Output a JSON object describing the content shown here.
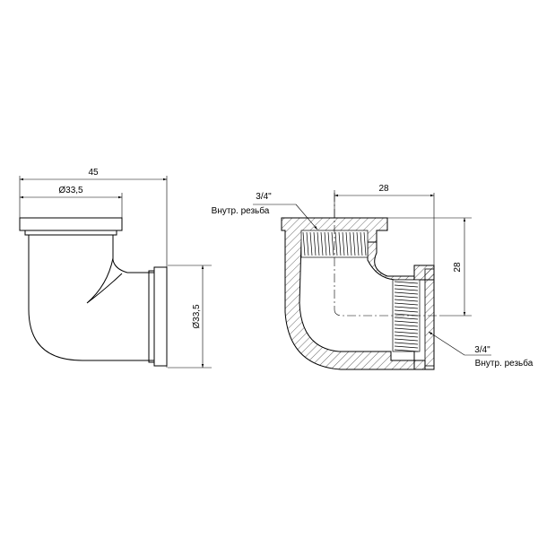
{
  "left_view": {
    "dim_overall_width": "45",
    "dim_top_diameter": "Ø33,5",
    "dim_side_diameter": "Ø33,5"
  },
  "right_view": {
    "dim_horizontal": "28",
    "dim_vertical": "28",
    "thread_top": {
      "size": "3/4\"",
      "label": "Внутр. резьба"
    },
    "thread_side": {
      "size": "3/4\"",
      "label": "Внутр. резьба"
    }
  }
}
